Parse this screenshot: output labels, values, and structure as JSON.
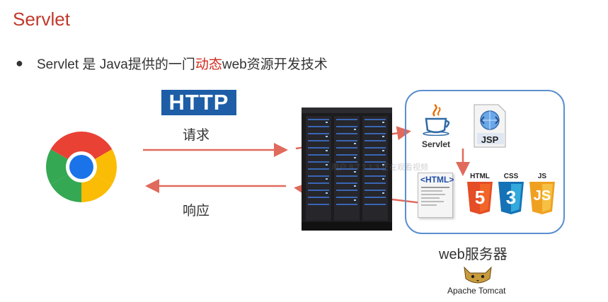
{
  "slide": {
    "title": "Servlet",
    "bullet": {
      "before": "Servlet 是 Java提供的一门",
      "highlight": "动态",
      "after": "web资源开发技术"
    }
  },
  "http_logo": "HTTP",
  "request_label": "请求",
  "response_label": "响应",
  "web_server_caption": "web服务器",
  "tomcat_label": "Apache Tomcat",
  "icons": {
    "servlet_label": "Servlet",
    "jsp_label": "JSP",
    "html_doc_label": "<HTML>",
    "html_label": "HTML",
    "css_label": "CSS",
    "js_label": "JS",
    "html_num": "5",
    "css_num": "3",
    "js_num": "JS"
  },
  "watermark": "用户 8 7 7 1 3 正在观看视频",
  "colors": {
    "title": "#c0392b",
    "highlight": "#d02a20",
    "arrow": "#e06a5c",
    "box_border": "#5a8fd0",
    "http_bg": "#1d5ea7"
  }
}
